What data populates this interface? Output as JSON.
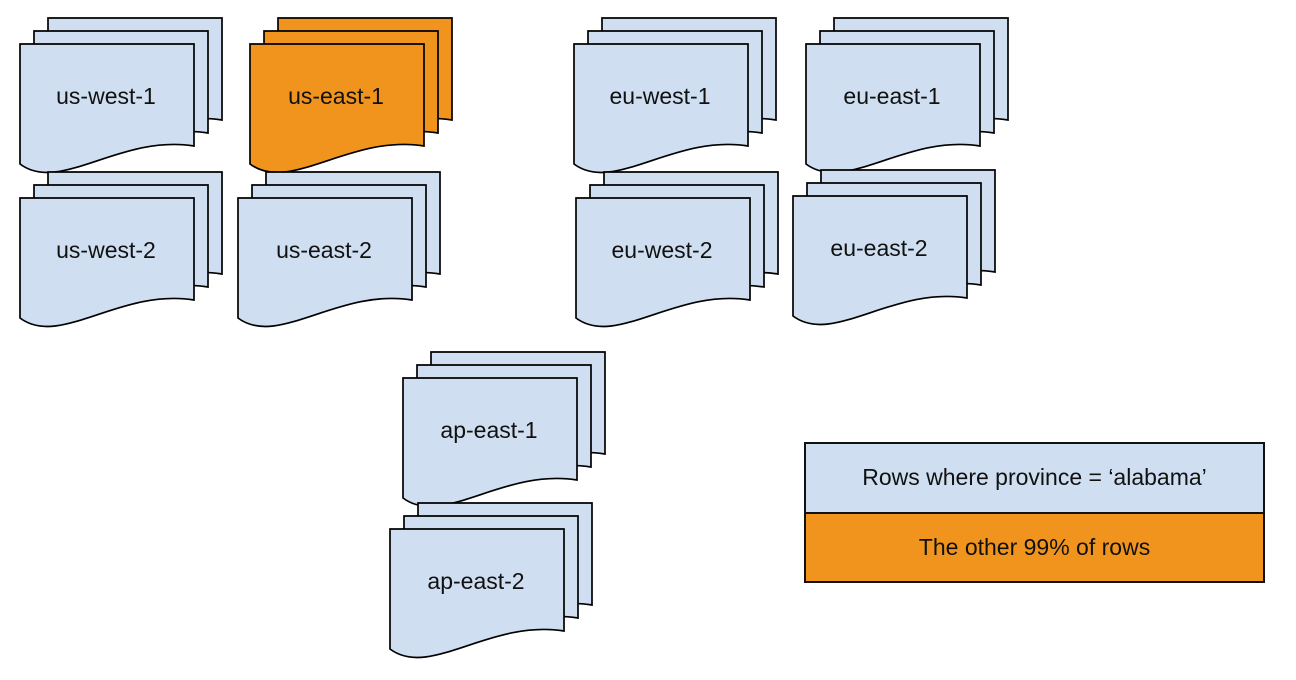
{
  "colors": {
    "page_blue": "#cfdff1",
    "page_orange": "#f0941e",
    "outline": "#000000"
  },
  "regions": [
    {
      "label": "us-west-1",
      "fill": "#cfdff1"
    },
    {
      "label": "us-east-1",
      "fill": "#f0941e"
    },
    {
      "label": "eu-west-1",
      "fill": "#cfdff1"
    },
    {
      "label": "eu-east-1",
      "fill": "#cfdff1"
    },
    {
      "label": "us-west-2",
      "fill": "#cfdff1"
    },
    {
      "label": "us-east-2",
      "fill": "#cfdff1"
    },
    {
      "label": "eu-west-2",
      "fill": "#cfdff1"
    },
    {
      "label": "eu-east-2",
      "fill": "#cfdff1"
    },
    {
      "label": "ap-east-1",
      "fill": "#cfdff1"
    },
    {
      "label": "ap-east-2",
      "fill": "#cfdff1"
    }
  ],
  "legend": {
    "items": [
      {
        "label": "Rows where province = ‘alabama’",
        "fill": "#cfdff1"
      },
      {
        "label": "The other 99% of rows",
        "fill": "#f0941e"
      }
    ]
  }
}
